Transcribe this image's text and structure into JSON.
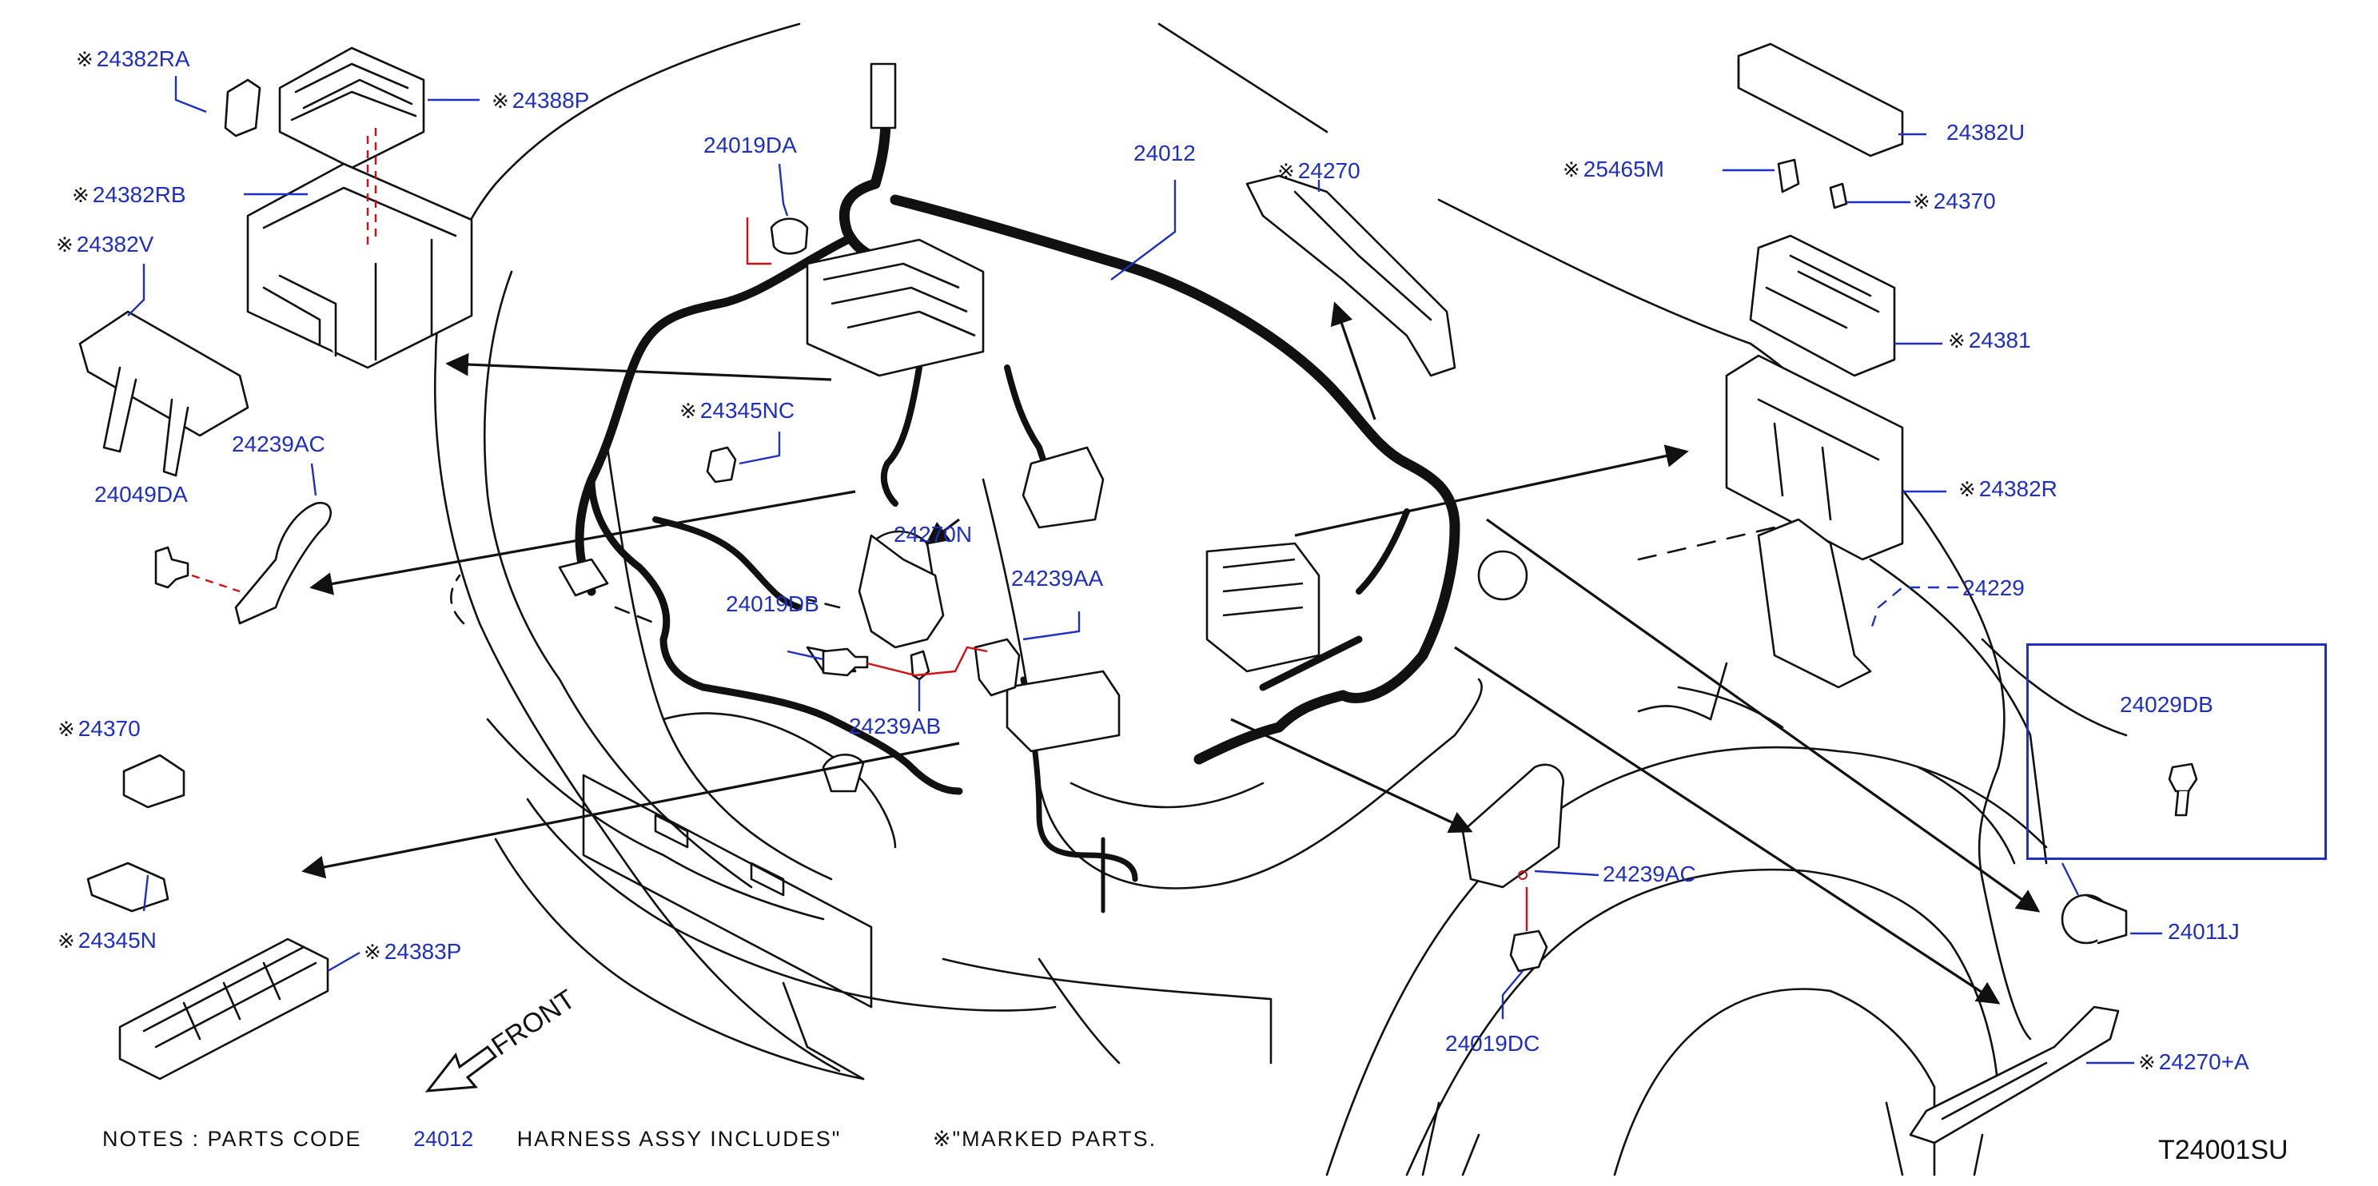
{
  "diagram": {
    "colors": {
      "label": "#1f2fbf",
      "line": "#111111",
      "dashed": "#d01010"
    },
    "mark_symbol": "※",
    "labels": [
      {
        "id": "24382RA",
        "marked": true
      },
      {
        "id": "24388P",
        "marked": true
      },
      {
        "id": "24382RB",
        "marked": true
      },
      {
        "id": "24382V",
        "marked": true
      },
      {
        "id": "24239AC",
        "marked": false
      },
      {
        "id": "24049DA",
        "marked": false
      },
      {
        "id": "24019DA",
        "marked": false
      },
      {
        "id": "24345NC",
        "marked": true
      },
      {
        "id": "24270N",
        "marked": false
      },
      {
        "id": "24239AA",
        "marked": false
      },
      {
        "id": "24019DB",
        "marked": false
      },
      {
        "id": "24239AB",
        "marked": false
      },
      {
        "id": "24012",
        "marked": false
      },
      {
        "id": "24270",
        "marked": true
      },
      {
        "id": "24382U",
        "marked": false
      },
      {
        "id": "25465M",
        "marked": true
      },
      {
        "id": "24370",
        "marked": true
      },
      {
        "id": "24381",
        "marked": true
      },
      {
        "id": "24382R",
        "marked": true
      },
      {
        "id": "24229",
        "marked": false
      },
      {
        "id": "24029DB",
        "marked": false
      },
      {
        "id": "24370",
        "marked": true
      },
      {
        "id": "24345N",
        "marked": true
      },
      {
        "id": "24383P",
        "marked": true
      },
      {
        "id": "24239AC",
        "marked": false
      },
      {
        "id": "24011J",
        "marked": false
      },
      {
        "id": "24019DC",
        "marked": false
      },
      {
        "id": "24270+A",
        "marked": true
      }
    ],
    "front_label": "FRONT",
    "diagram_code": "T24001SU",
    "notes": {
      "prefix": "NOTES : PARTS CODE",
      "part": "24012",
      "middle": "HARNESS ASSY INCLUDES\"",
      "suffix": "※\"MARKED PARTS."
    }
  }
}
